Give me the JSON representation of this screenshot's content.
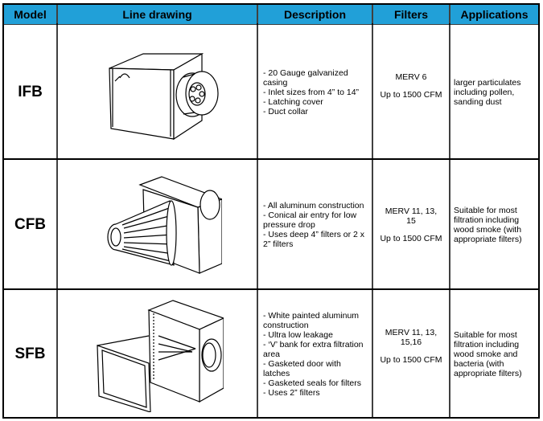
{
  "headers": {
    "model": "Model",
    "drawing": "Line drawing",
    "description": "Description",
    "filters": "Filters",
    "applications": "Applications"
  },
  "rows": [
    {
      "model": "IFB",
      "drawing_icon": "ifb-filter-box-drawing",
      "description": [
        "- 20 Gauge galvanized casing",
        "- Inlet sizes from 4” to 14”",
        "- Latching cover",
        "- Duct collar"
      ],
      "filters": [
        "MERV 6",
        "Up to 1500 CFM"
      ],
      "applications": "larger particulates including pollen, sanding dust"
    },
    {
      "model": "CFB",
      "drawing_icon": "cfb-conical-filter-box-drawing",
      "description": [
        "- All aluminum construction",
        "- Conical air entry for low pressure drop",
        "- Uses deep 4” filters or 2 x 2” filters"
      ],
      "filters": [
        "MERV 11, 13, 15",
        "Up to 1500 CFM"
      ],
      "applications": "Suitable for most filtration including wood smoke (with appropriate filters)"
    },
    {
      "model": "SFB",
      "drawing_icon": "sfb-v-bank-filter-box-drawing",
      "description": [
        "- White painted aluminum construction",
        "- Ultra low leakage",
        "- ‘V’ bank for extra filtration area",
        "- Gasketed door with latches",
        "- Gasketed seals for filters",
        "- Uses 2” filters"
      ],
      "filters": [
        "MERV 11, 13, 15,16",
        "Up to 1500 CFM"
      ],
      "applications": "Suitable for most filtration including wood smoke and bacteria (with appropriate filters)"
    }
  ],
  "colors": {
    "header_bg": "#21a0d8",
    "border": "#000000"
  }
}
